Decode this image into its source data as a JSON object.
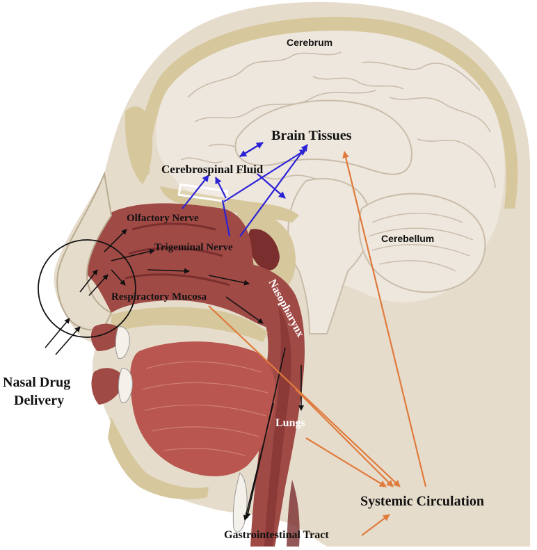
{
  "labels": {
    "cerebrum": "Cerebrum",
    "cerebellum": "Cerebellum",
    "brain_tissues": "Brain Tissues",
    "csf": "Cerebrospinal Fluid",
    "olfactory": "Olfactory Nerve",
    "trigeminal": "Trigeminal Nerve",
    "respiratory": "Respiractory Mucosa",
    "nasopharynx": "Nasopharynx",
    "lungs": "Lungs",
    "systemic": "Systemic Circulation",
    "gi": "Gastrointestinal Tract",
    "nasal_line1": "Nasal Drug",
    "nasal_line2": "Delivery"
  },
  "colors": {
    "skin": "#e6dccb",
    "skin_edge": "#b9ab92",
    "brain": "#eee7dd",
    "brain_fold": "#c9bcaa",
    "bone": "#d6c79d",
    "tissue": "#a04a46",
    "tissue_dark": "#7a2e2e",
    "muscle": "#b8564f",
    "blue_arrow": "#2b22d6",
    "orange_arrow": "#e07a3c",
    "black_arrow": "#111111"
  }
}
